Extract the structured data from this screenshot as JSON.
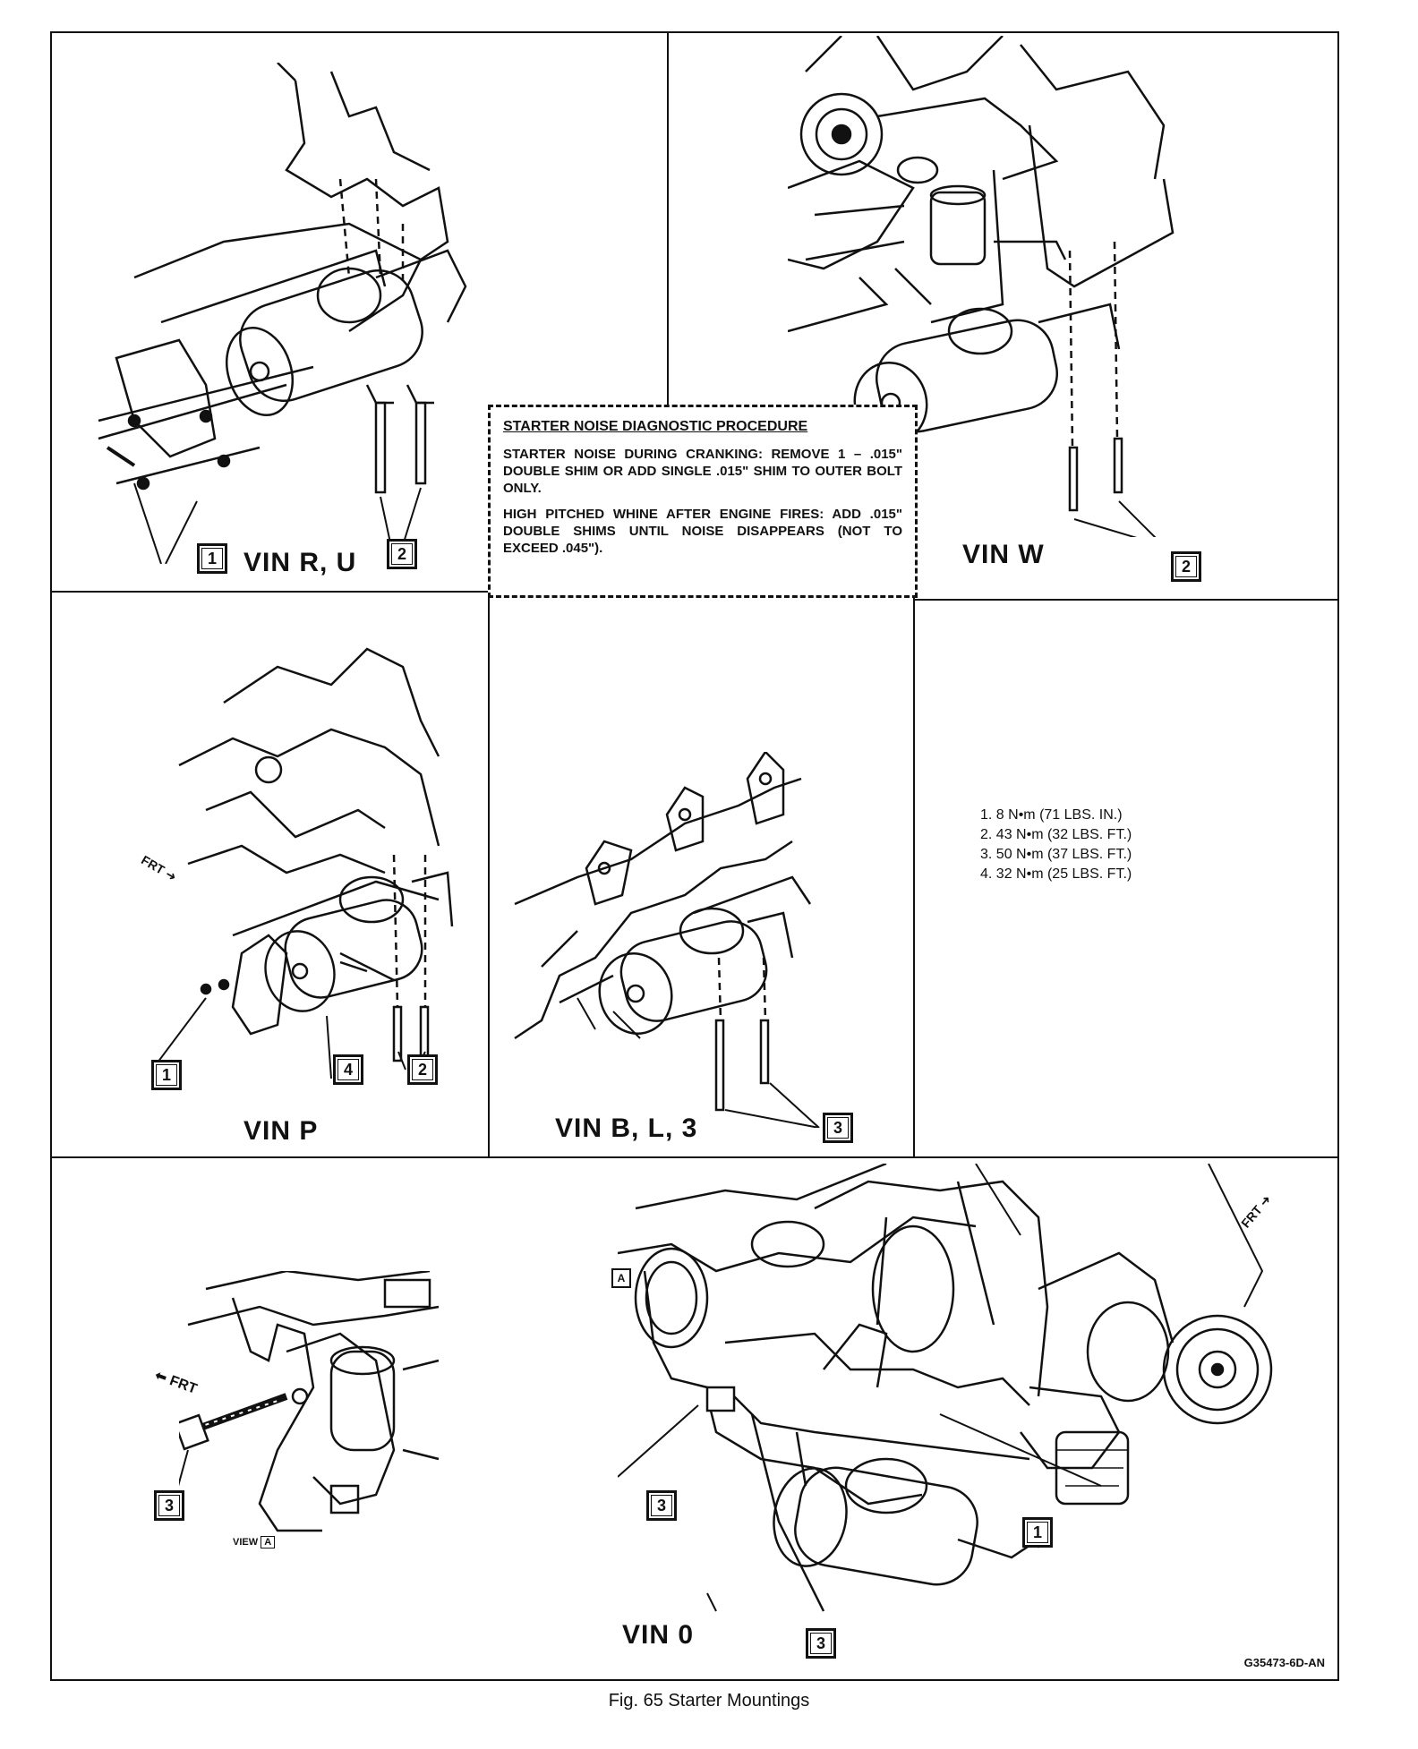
{
  "note": {
    "title": "STARTER NOISE DIAGNOSTIC PROCEDURE",
    "para1": "STARTER NOISE DURING CRANKING: REMOVE 1 – .015\" DOUBLE SHIM OR ADD SINGLE .015\" SHIM TO OUTER BOLT ONLY.",
    "para2": "HIGH PITCHED WHINE AFTER ENGINE FIRES: ADD .015\" DOUBLE SHIMS UNTIL NOISE DISAPPEARS (NOT TO EXCEED .045\")."
  },
  "panels": {
    "vin_ru": "VIN R, U",
    "vin_w": "VIN W",
    "vin_p": "VIN P",
    "vin_bl3": "VIN B, L, 3",
    "vin_0": "VIN 0"
  },
  "torque_specs": [
    "1.  8 N•m (71 LBS. IN.)",
    "2.  43 N•m (32 LBS. FT.)",
    "3.  50 N•m (37 LBS. FT.)",
    "4.  32 N•m (25 LBS. FT.)"
  ],
  "callouts": {
    "c1": "1",
    "c2": "2",
    "c3": "3",
    "c4": "4",
    "viewA": "A"
  },
  "labels": {
    "frt": "FRT",
    "view": "VIEW"
  },
  "figure_id": "G35473-6D-AN",
  "caption": "Fig. 65 Starter Mountings"
}
